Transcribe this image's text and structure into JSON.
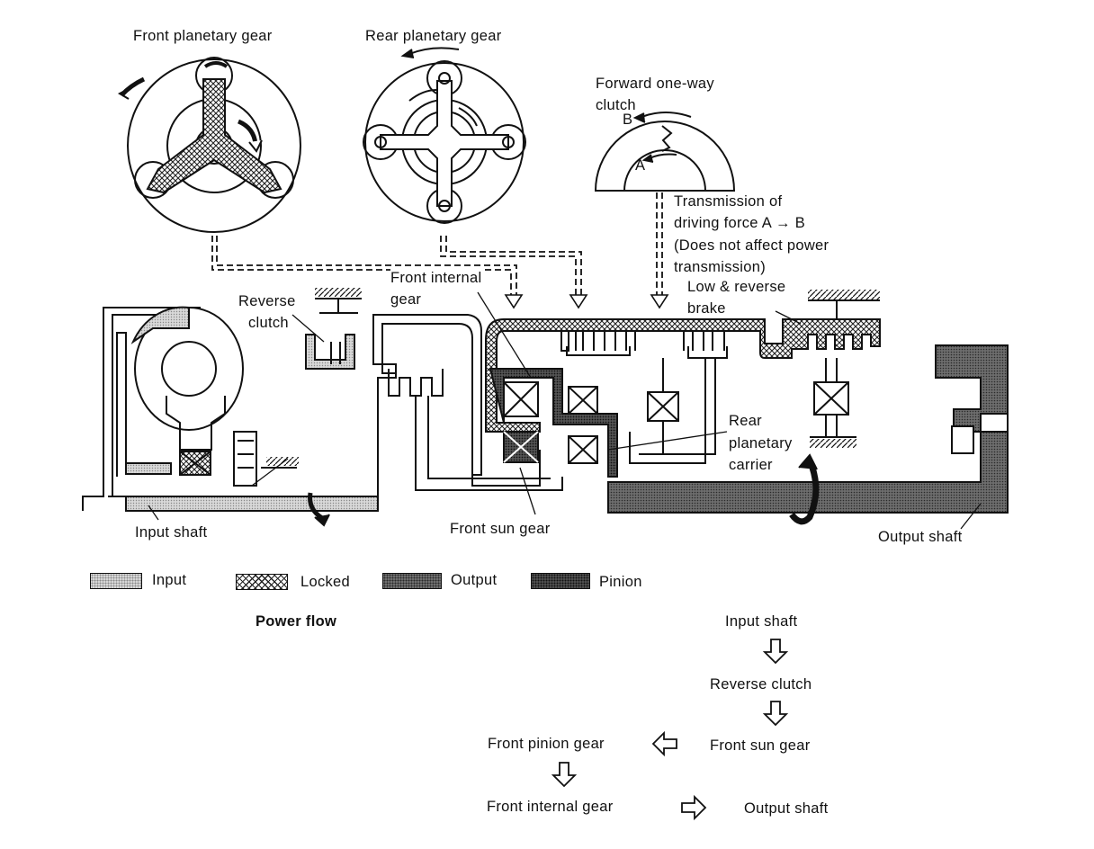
{
  "labels": {
    "front_planetary_gear": "Front planetary gear",
    "rear_planetary_gear": "Rear planetary gear",
    "forward_one_way_clutch_1": "Forward one-way",
    "forward_one_way_clutch_2": "clutch",
    "clutch_b": "B",
    "clutch_a": "A",
    "transmission_1": "Transmission of",
    "transmission_2": "driving force A → B",
    "transmission_3": "(Does not affect power",
    "transmission_4": "transmission)",
    "front_internal_gear_1": "Front internal",
    "front_internal_gear_2": "gear",
    "low_reverse_brake_1": "Low & reverse",
    "low_reverse_brake_2": "brake",
    "reverse_clutch_1": "Reverse",
    "reverse_clutch_2": "clutch",
    "rear_planetary_carrier_1": "Rear",
    "rear_planetary_carrier_2": "planetary",
    "rear_planetary_carrier_3": "carrier",
    "input_shaft": "Input shaft",
    "front_sun_gear": "Front sun gear",
    "output_shaft": "Output shaft"
  },
  "legend": [
    {
      "label": "Input",
      "pattern": "input"
    },
    {
      "label": "Locked",
      "pattern": "locked"
    },
    {
      "label": "Output",
      "pattern": "output"
    },
    {
      "label": "Pinion",
      "pattern": "pinion"
    }
  ],
  "power_flow": {
    "title": "Power flow",
    "steps": {
      "input_shaft": "Input shaft",
      "reverse_clutch": "Reverse clutch",
      "front_sun_gear": "Front sun gear",
      "front_pinion_gear": "Front pinion gear",
      "front_internal_gear": "Front internal gear",
      "output_shaft": "Output shaft"
    }
  },
  "colors": {
    "line": "#111111",
    "input": "#d6d6d6",
    "output": "#6f6f6f",
    "pinion": "#555555"
  },
  "icons": [
    "rotation-arrow-icon",
    "hollow-arrow-down-icon",
    "hollow-arrow-left-icon",
    "hollow-arrow-right-icon"
  ]
}
